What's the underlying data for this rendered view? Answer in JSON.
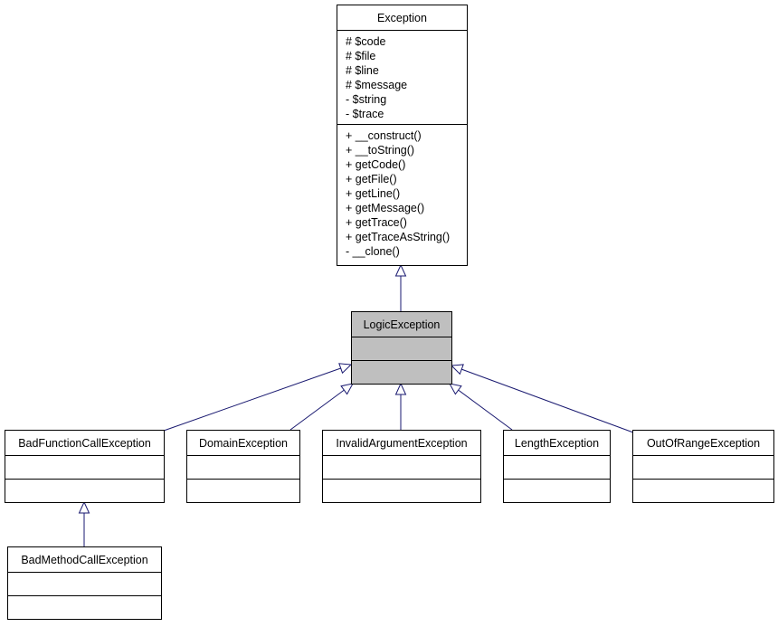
{
  "classes": [
    {
      "name": "Exception",
      "attributes": [
        "# $code",
        "# $file",
        "# $line",
        "# $message",
        "- $string",
        "- $trace"
      ],
      "methods": [
        "+ __construct()",
        "+ __toString()",
        "+ getCode()",
        "+ getFile()",
        "+ getLine()",
        "+ getMessage()",
        "+ getTrace()",
        "+ getTraceAsString()",
        "- __clone()"
      ]
    },
    {
      "name": "LogicException",
      "attributes": [],
      "methods": [],
      "highlighted": true
    },
    {
      "name": "BadFunctionCallException",
      "attributes": [],
      "methods": []
    },
    {
      "name": "DomainException",
      "attributes": [],
      "methods": []
    },
    {
      "name": "InvalidArgumentException",
      "attributes": [],
      "methods": []
    },
    {
      "name": "LengthException",
      "attributes": [],
      "methods": []
    },
    {
      "name": "OutOfRangeException",
      "attributes": [],
      "methods": []
    },
    {
      "name": "BadMethodCallException",
      "attributes": [],
      "methods": []
    }
  ],
  "inheritance": [
    {
      "child": "LogicException",
      "parent": "Exception"
    },
    {
      "child": "BadFunctionCallException",
      "parent": "LogicException"
    },
    {
      "child": "DomainException",
      "parent": "LogicException"
    },
    {
      "child": "InvalidArgumentException",
      "parent": "LogicException"
    },
    {
      "child": "LengthException",
      "parent": "LogicException"
    },
    {
      "child": "OutOfRangeException",
      "parent": "LogicException"
    },
    {
      "child": "BadMethodCallException",
      "parent": "BadFunctionCallException"
    }
  ],
  "colors": {
    "edge": "#191970",
    "highlight_fill": "#bfbfbf",
    "box_stroke": "#000000"
  }
}
